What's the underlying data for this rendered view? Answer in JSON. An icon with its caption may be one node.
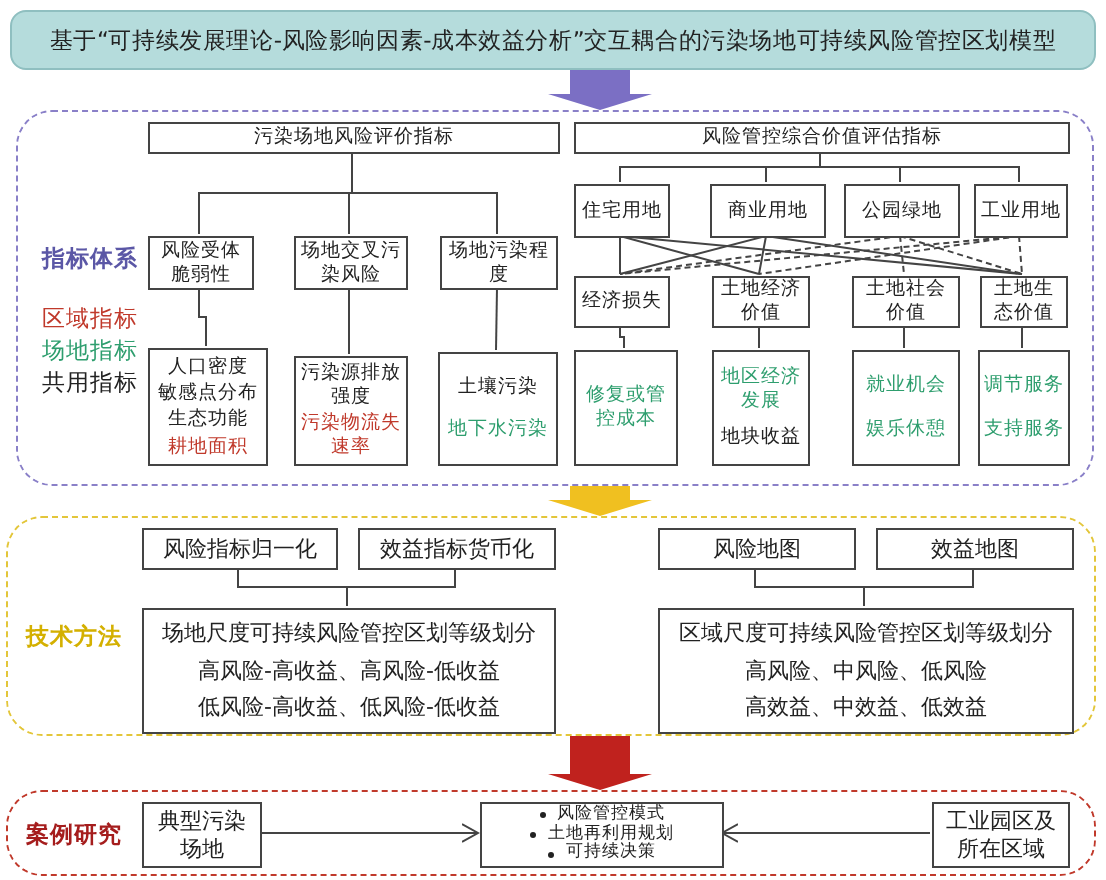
{
  "diagram": {
    "nodes": [
      {
        "text": [
          "基于“可持续发展理论-风险影响因素-成本效益分析”交互耦合的污染场地可持续风险管控区划模型"
        ]
      },
      {
        "text": [
          "指标体系",
          "区域指标",
          "场地指标",
          "共用指标"
        ]
      },
      {
        "text": [
          "污染场地风险评价指标"
        ],
        "in": 1
      },
      {
        "text": [
          "风险受体脆弱性"
        ],
        "in": 1
      },
      {
        "text": [
          "场地交叉污染风险"
        ],
        "in": 1
      },
      {
        "text": [
          "场地污染程度"
        ],
        "in": 1
      },
      {
        "text": [
          "人口密度",
          "敏感点分布",
          "生态功能",
          "耕地面积"
        ],
        "in": 1
      },
      {
        "text": [
          "污染源排放强度",
          "污染物流失速率"
        ],
        "in": 1
      },
      {
        "text": [
          "土壤污染",
          "地下水污染"
        ],
        "in": 1
      },
      {
        "text": [
          "风险管控综合价值评估指标"
        ],
        "in": 1
      },
      {
        "text": [
          "住宅用地"
        ],
        "in": 1
      },
      {
        "text": [
          "商业用地"
        ],
        "in": 1
      },
      {
        "text": [
          "公园绿地"
        ],
        "in": 1
      },
      {
        "text": [
          "工业用地"
        ],
        "in": 1
      },
      {
        "text": [
          "经济损失"
        ],
        "in": 1
      },
      {
        "text": [
          "土地经济价值"
        ],
        "in": 1
      },
      {
        "text": [
          "土地社会价值"
        ],
        "in": 1
      },
      {
        "text": [
          "土地生态价值"
        ],
        "in": 1
      },
      {
        "text": [
          "修复或管控成本"
        ],
        "in": 1
      },
      {
        "text": [
          "地区经济发展",
          "地块收益"
        ],
        "in": 1
      },
      {
        "text": [
          "就业机会",
          "娱乐休憩"
        ],
        "in": 1
      },
      {
        "text": [
          "调节服务",
          "支持服务"
        ],
        "in": 1
      },
      {
        "text": [
          "技术方法"
        ]
      },
      {
        "text": [
          "风险指标归一化"
        ],
        "in": 22
      },
      {
        "text": [
          "效益指标货币化"
        ],
        "in": 22
      },
      {
        "text": [
          "场地尺度可持续风险管控区划等级划分",
          "高风险-高收益、高风险-低收益",
          "低风险-高收益、低风险-低收益"
        ],
        "in": 22
      },
      {
        "text": [
          "风险地图"
        ],
        "in": 22
      },
      {
        "text": [
          "效益地图"
        ],
        "in": 22
      },
      {
        "text": [
          "区域尺度可持续风险管控区划等级划分",
          "高风险、中风险、低风险",
          "高效益、中效益、低效益"
        ],
        "in": 22
      },
      {
        "text": [
          "案例研究"
        ]
      },
      {
        "text": [
          "典型污染场地"
        ],
        "in": 29
      },
      {
        "text": [
          "风险管控模式",
          "土地再利用规划",
          "可持续决策"
        ],
        "in": 29
      },
      {
        "text": [
          "工业园区及所在区域"
        ],
        "in": 29
      }
    ],
    "edges": [
      {
        "from": 0,
        "to": 1,
        "arrow": "to",
        "style": "thick",
        "color": "#7b6fc4"
      },
      {
        "from": 2,
        "to": 3,
        "arrow": "none"
      },
      {
        "from": 2,
        "to": 4,
        "arrow": "none"
      },
      {
        "from": 2,
        "to": 5,
        "arrow": "none"
      },
      {
        "from": 3,
        "to": 6,
        "arrow": "none"
      },
      {
        "from": 4,
        "to": 7,
        "arrow": "none"
      },
      {
        "from": 5,
        "to": 8,
        "arrow": "none"
      },
      {
        "from": 9,
        "to": 10,
        "arrow": "none"
      },
      {
        "from": 9,
        "to": 11,
        "arrow": "none"
      },
      {
        "from": 9,
        "to": 12,
        "arrow": "none"
      },
      {
        "from": 9,
        "to": 13,
        "arrow": "none"
      },
      {
        "from": 10,
        "to": 14,
        "arrow": "none"
      },
      {
        "from": 10,
        "to": 15,
        "arrow": "none"
      },
      {
        "from": 10,
        "to": 17,
        "arrow": "none"
      },
      {
        "from": 11,
        "to": 14,
        "arrow": "none"
      },
      {
        "from": 11,
        "to": 15,
        "arrow": "none"
      },
      {
        "from": 11,
        "to": 17,
        "arrow": "none"
      },
      {
        "from": 12,
        "to": 14,
        "arrow": "none",
        "style": "dashed"
      },
      {
        "from": 12,
        "to": 16,
        "arrow": "none",
        "style": "dashed"
      },
      {
        "from": 12,
        "to": 17,
        "arrow": "none",
        "style": "dashed"
      },
      {
        "from": 13,
        "to": 14,
        "arrow": "none",
        "style": "dashed"
      },
      {
        "from": 13,
        "to": 15,
        "arrow": "none",
        "style": "dashed"
      },
      {
        "from": 13,
        "to": 17,
        "arrow": "none",
        "style": "dashed"
      },
      {
        "from": 14,
        "to": 18,
        "arrow": "none"
      },
      {
        "from": 15,
        "to": 19,
        "arrow": "none"
      },
      {
        "from": 16,
        "to": 20,
        "arrow": "none"
      },
      {
        "from": 17,
        "to": 21,
        "arrow": "none"
      },
      {
        "from": 1,
        "to": 22,
        "arrow": "to",
        "style": "thick",
        "color": "#f0c020"
      },
      {
        "from": 23,
        "to": 25,
        "arrow": "none"
      },
      {
        "from": 24,
        "to": 25,
        "arrow": "none"
      },
      {
        "from": 26,
        "to": 28,
        "arrow": "none"
      },
      {
        "from": 27,
        "to": 28,
        "arrow": "none"
      },
      {
        "from": 22,
        "to": 29,
        "arrow": "to",
        "style": "thick",
        "color": "#c0221e"
      },
      {
        "from": 30,
        "to": 31,
        "arrow": "to"
      },
      {
        "from": 32,
        "to": 31,
        "arrow": "to"
      }
    ]
  }
}
